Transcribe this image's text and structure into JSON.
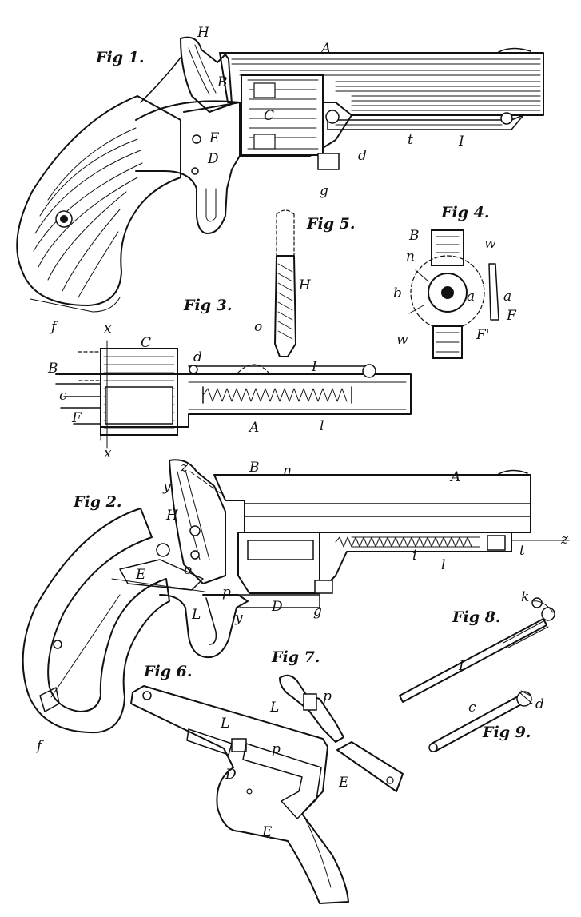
{
  "figures": {
    "fig1": "Fig 1.",
    "fig2": "Fig 2.",
    "fig3": "Fig 3.",
    "fig4": "Fig 4.",
    "fig5": "Fig 5.",
    "fig6": "Fig 6.",
    "fig7": "Fig 7.",
    "fig8": "Fig 8.",
    "fig9": "Fig 9."
  },
  "labels": {
    "fig1": {
      "H": "H",
      "A": "A",
      "B": "B",
      "C": "C",
      "E": "E",
      "D": "D",
      "d": "d",
      "t": "t",
      "I": "I",
      "g": "g",
      "f": "f"
    },
    "fig3": {
      "x_top": "x",
      "x_bottom": "x",
      "C": "C",
      "d": "d",
      "B": "B",
      "c": "c",
      "F": "F",
      "I": "I",
      "A": "A",
      "l": "l"
    },
    "fig4": {
      "B": "B",
      "n": "n",
      "w_top": "w",
      "b": "b",
      "a_center": "a",
      "a_side": "a",
      "F_side": "F",
      "w_bottom": "w",
      "F_prime": "F'"
    },
    "fig5": {
      "H": "H",
      "o": "o"
    },
    "fig2": {
      "z_top": "z",
      "y_top": "y",
      "B": "B",
      "n": "n",
      "A": "A",
      "H": "H",
      "o": "o",
      "E": "E",
      "p": "p",
      "L": "L",
      "y_bottom": "y",
      "D": "D",
      "g": "g",
      "i": "i",
      "l": "l",
      "t": "t",
      "z_right": "z",
      "f": "f"
    },
    "fig6": {
      "L": "L",
      "p": "p",
      "D": "D",
      "E": "E"
    },
    "fig7": {
      "L": "L",
      "p": "p",
      "E": "E"
    },
    "fig8": {
      "k": "k",
      "I": "I"
    },
    "fig9": {
      "c": "c",
      "d": "d"
    }
  },
  "colors": {
    "ink": "#111111",
    "paper": "#ffffff"
  }
}
